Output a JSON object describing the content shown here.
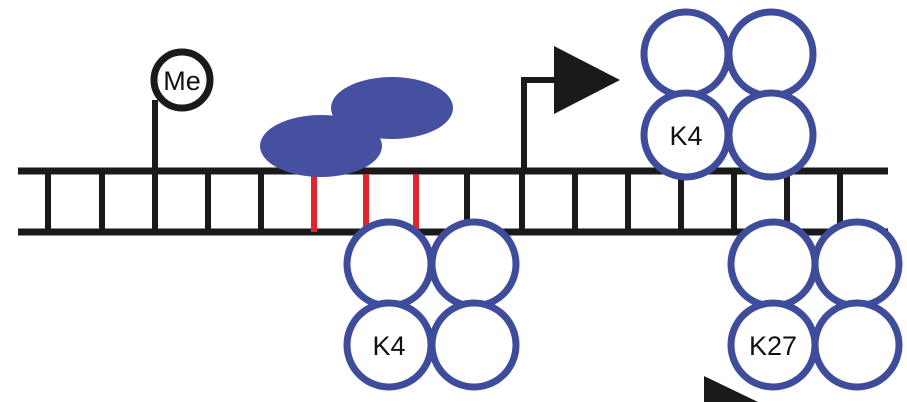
{
  "colors": {
    "strand": "#1a1a1a",
    "nucleosome": "#3f4c9c",
    "protein": "#4550a0",
    "contact": "#e3232a",
    "background": "#ffffff"
  },
  "methyl_mark": {
    "label": "Me"
  },
  "nucleosomes": [
    {
      "id": "nucleosome-top-right",
      "label": "K4"
    },
    {
      "id": "nucleosome-bottom-middle",
      "label": "K4"
    },
    {
      "id": "nucleosome-bottom-right",
      "label": "K27"
    }
  ],
  "icons": [
    "transcription-start-arrow-icon",
    "partial-arrow-icon"
  ]
}
